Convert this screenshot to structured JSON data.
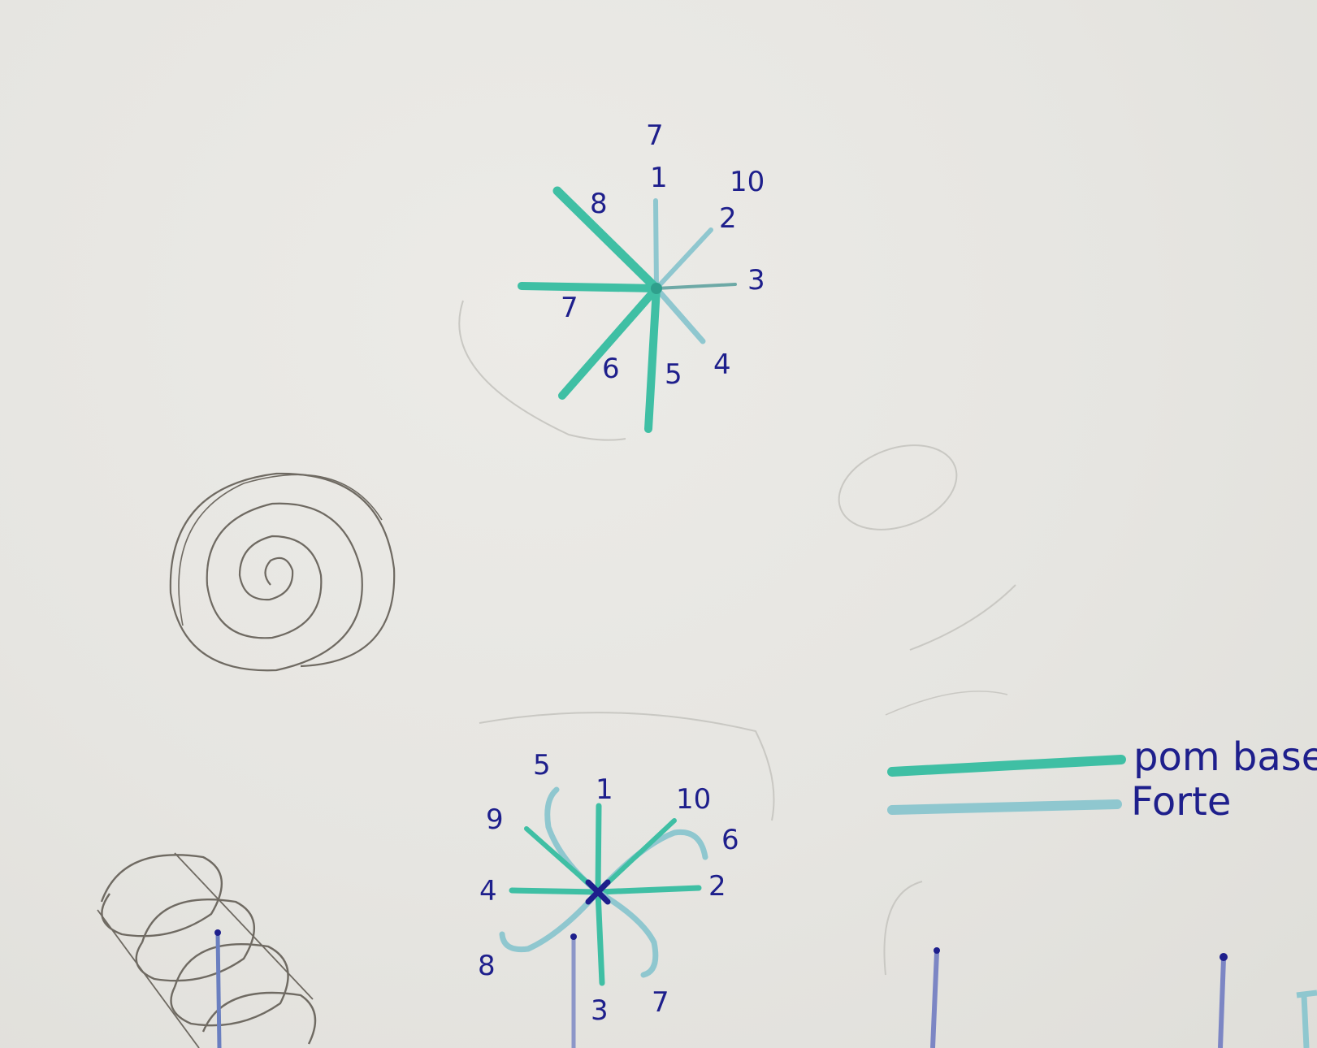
{
  "star1": {
    "labels": [
      "7",
      "1",
      "10",
      "8",
      "2",
      "3",
      "7",
      "6",
      "5",
      "4"
    ]
  },
  "star2": {
    "labels": [
      "5",
      "1",
      "10",
      "9",
      "6",
      "4",
      "2",
      "8",
      "3",
      "7"
    ]
  },
  "legend": {
    "items": [
      {
        "label": "pom base",
        "color": "#3fbfa4"
      },
      {
        "label": "Forte",
        "color": "#8fc7cf"
      }
    ]
  },
  "colors": {
    "paper": "#e6e5e1",
    "ink": "#1e1f8c",
    "teal": "#3fbfa4",
    "light_blue": "#8fc7cf",
    "pencil": "#6f6a62"
  }
}
